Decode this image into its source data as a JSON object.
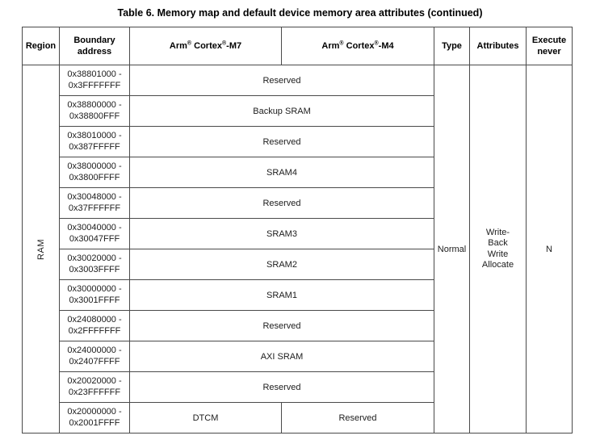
{
  "title": "Table 6. Memory map and default device memory area attributes (continued)",
  "table": {
    "headers": {
      "region": "Region",
      "boundary_address": "Boundary\naddress",
      "cortex_m7": {
        "pre": "Arm",
        "reg1": "®",
        "mid": " Cortex",
        "reg2": "®",
        "post": "-M7"
      },
      "cortex_m4": {
        "pre": "Arm",
        "reg1": "®",
        "mid": " Cortex",
        "reg2": "®",
        "post": "-M4"
      },
      "type": "Type",
      "attributes": "Attributes",
      "execute_never": "Execute\nnever"
    },
    "region_value": "RAM",
    "type_value": "Normal",
    "attributes_value": "Write-\nBack\nWrite\nAllocate",
    "execute_never_value": "N",
    "rows": [
      {
        "address": "0x38801000 -\n0x3FFFFFFF",
        "m7_m4": "Reserved"
      },
      {
        "address": "0x38800000 -\n0x38800FFF",
        "m7_m4": "Backup SRAM"
      },
      {
        "address": "0x38010000 -\n0x387FFFFF",
        "m7_m4": "Reserved"
      },
      {
        "address": "0x38000000 -\n0x3800FFFF",
        "m7_m4": "SRAM4"
      },
      {
        "address": "0x30048000 -\n0x37FFFFFF",
        "m7_m4": "Reserved"
      },
      {
        "address": "0x30040000 -\n0x30047FFF",
        "m7_m4": "SRAM3"
      },
      {
        "address": "0x30020000 -\n0x3003FFFF",
        "m7_m4": "SRAM2"
      },
      {
        "address": "0x30000000 -\n0x3001FFFF",
        "m7_m4": "SRAM1"
      },
      {
        "address": "0x24080000 -\n0x2FFFFFFF",
        "m7_m4": "Reserved"
      },
      {
        "address": "0x24000000 -\n0x2407FFFF",
        "m7_m4": "AXI SRAM"
      },
      {
        "address": "0x20020000 -\n0x23FFFFFF",
        "m7_m4": "Reserved"
      },
      {
        "address": "0x20000000 -\n0x2001FFFF",
        "m7": "DTCM",
        "m4": "Reserved"
      }
    ]
  }
}
